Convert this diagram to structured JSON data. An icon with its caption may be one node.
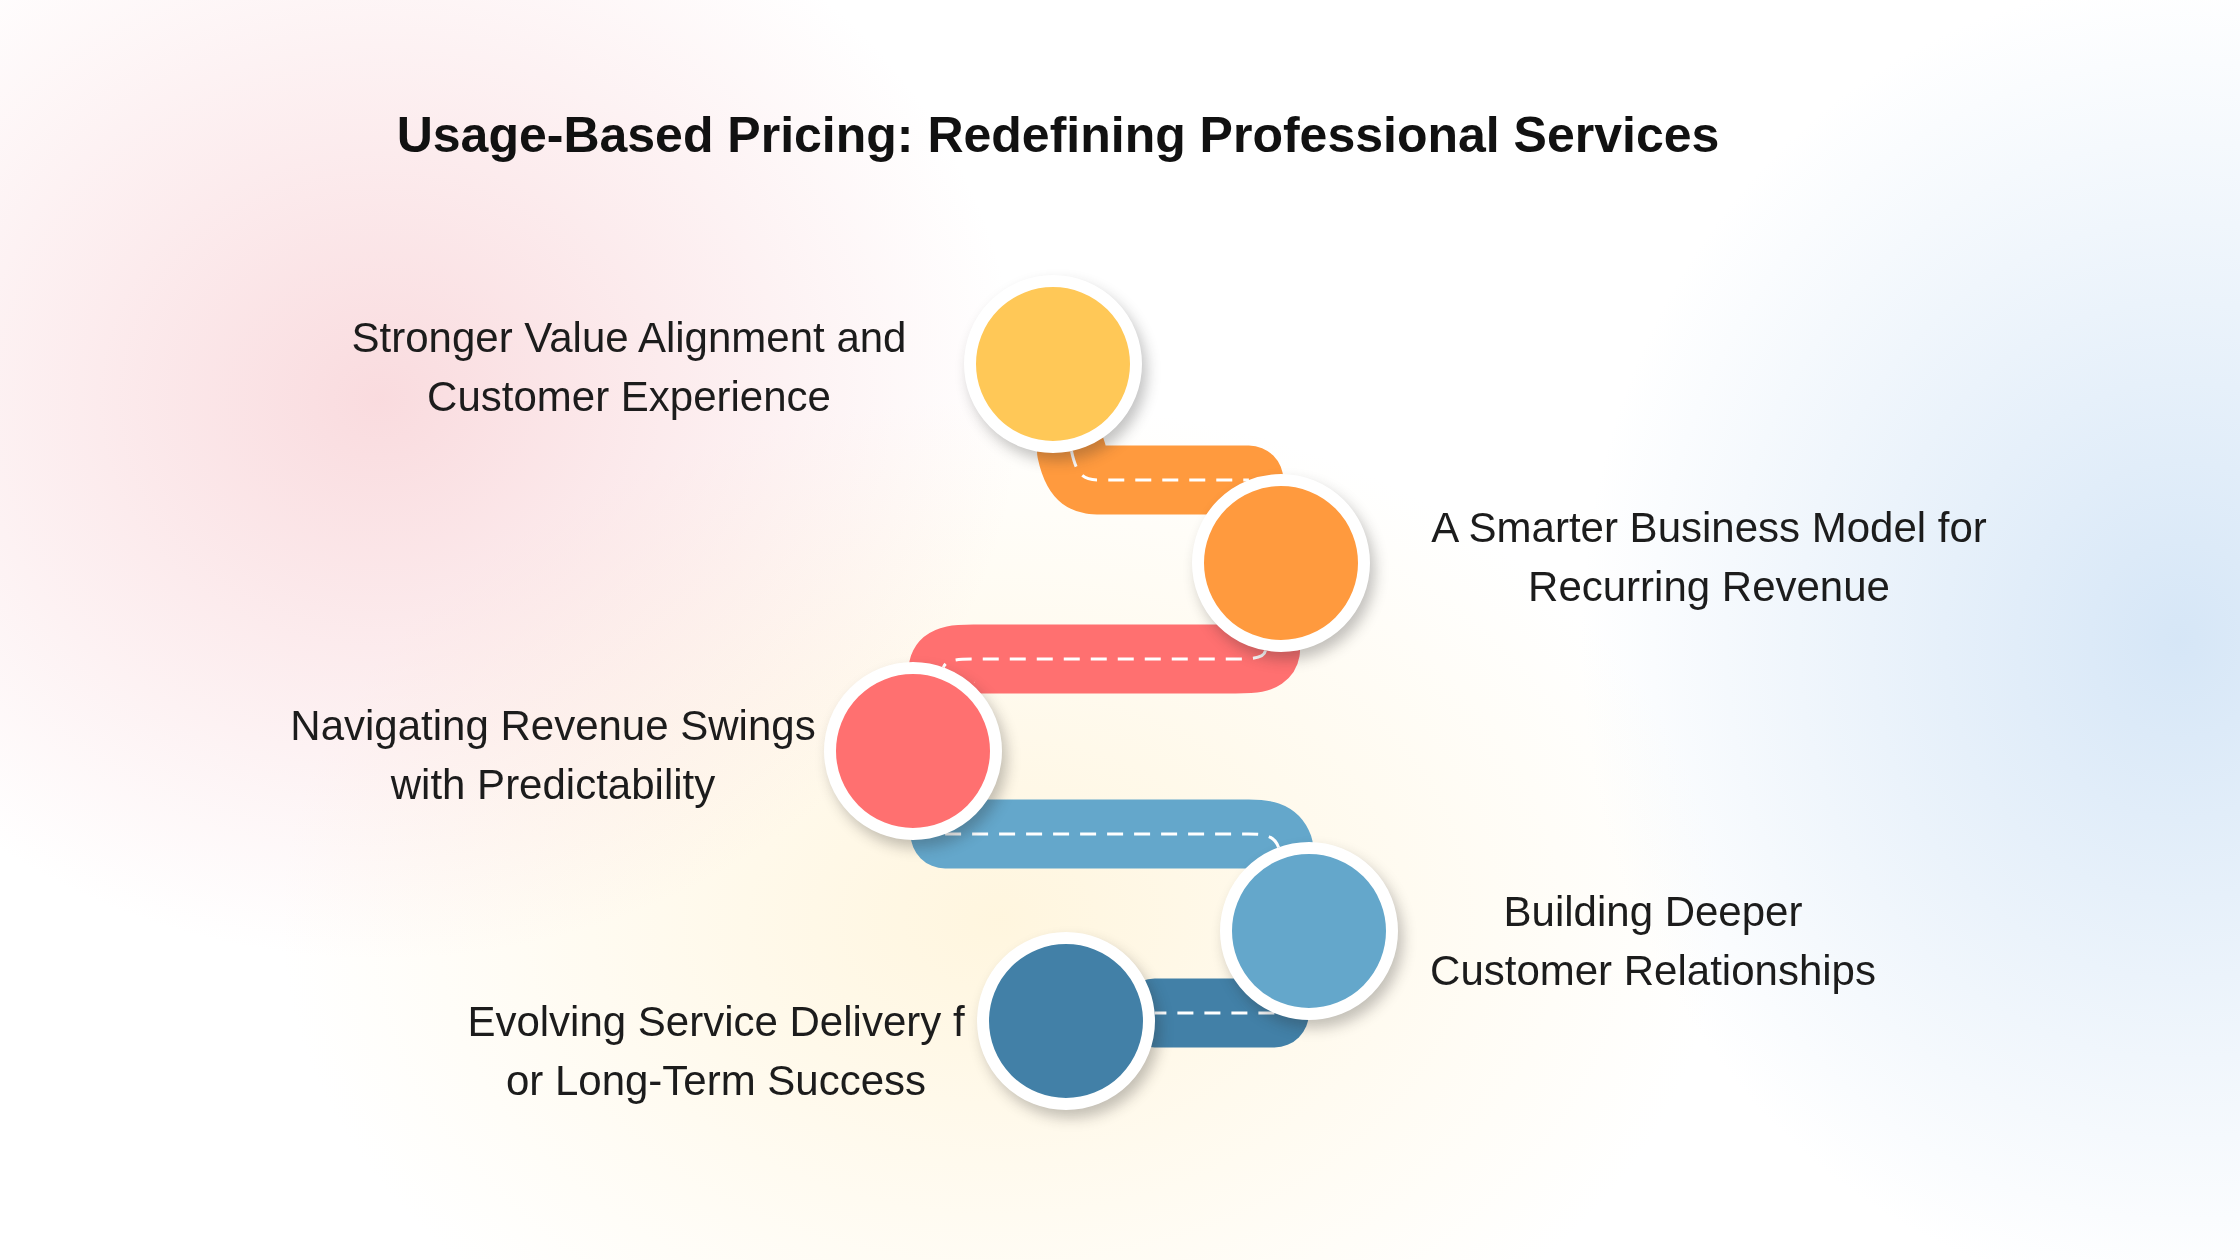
{
  "diagram": {
    "title": "Usage-Based Pricing: Redefining Professional Services",
    "nodes": [
      {
        "text": [],
        "shape": "circle",
        "beside": [
          "Stronger Value Alignment and Customer Experience"
        ]
      },
      {
        "text": [],
        "shape": "circle",
        "beside": [
          "A Smarter Business Model for Recurring Revenue"
        ]
      },
      {
        "text": [],
        "shape": "circle",
        "beside": [
          "Navigating Revenue Swings with Predictability"
        ]
      },
      {
        "text": [],
        "shape": "circle",
        "beside": [
          "Building Deeper Customer Relationships"
        ]
      },
      {
        "text": [],
        "shape": "circle",
        "beside": [
          "Evolving Service Delivery f or Long-Term Success"
        ]
      }
    ],
    "edges": [
      {
        "from": 0,
        "to": 1,
        "arrow": "none",
        "color": "#ff9a3e"
      },
      {
        "from": 1,
        "to": 2,
        "arrow": "none",
        "color": "#ff7070"
      },
      {
        "from": 2,
        "to": 3,
        "arrow": "none",
        "color": "#64a7cb"
      },
      {
        "from": 3,
        "to": 4,
        "arrow": "none",
        "color": "#4280a7"
      }
    ]
  }
}
